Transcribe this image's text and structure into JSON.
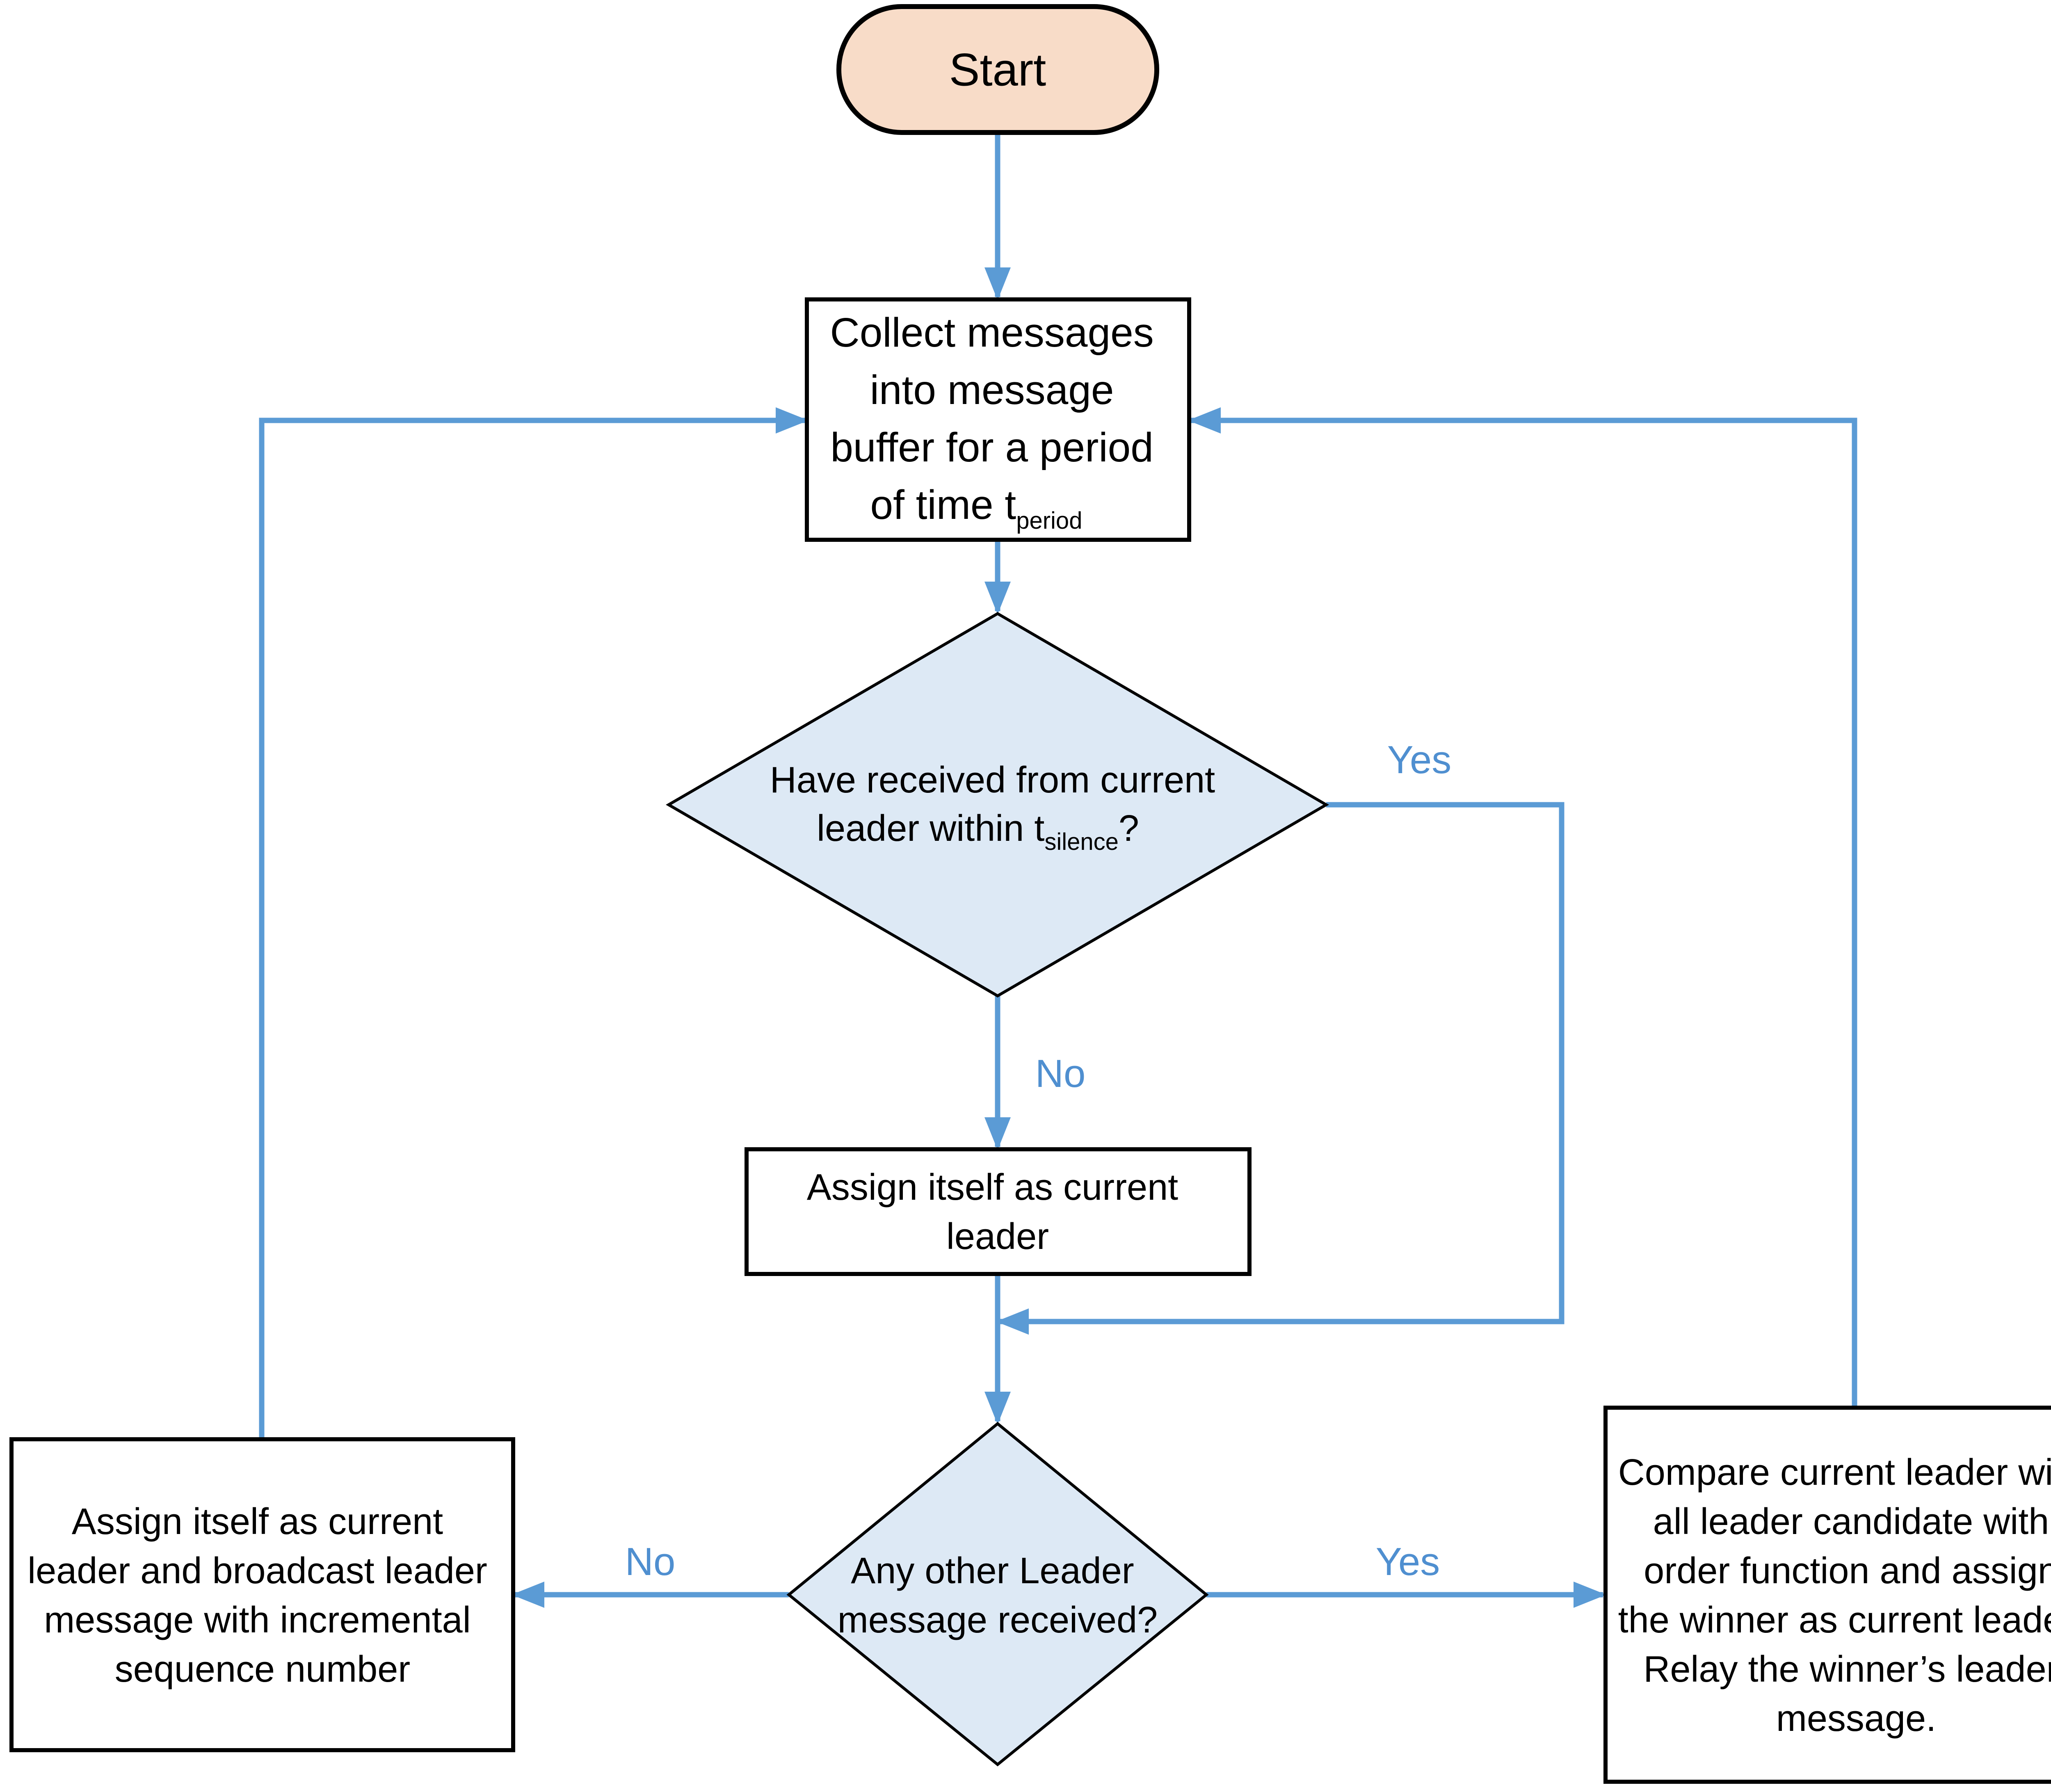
{
  "colors": {
    "edge": "#5b9bd5",
    "edge_label": "#4f8fd0",
    "terminal_fill": "#f8dcc8",
    "decision_fill": "#dde9f5",
    "process_fill": "#ffffff",
    "stroke": "#000000"
  },
  "nodes": {
    "start": {
      "label": "Start"
    },
    "collect": {
      "lines": [
        "Collect messages",
        "into message",
        "buffer for a period",
        "of time t"
      ],
      "subscript": "period"
    },
    "decision_leader": {
      "lines": [
        "Have received from current",
        "leader within t"
      ],
      "subscript": "silence",
      "suffix": "?"
    },
    "assign_self": {
      "lines": [
        "Assign itself as current",
        "leader"
      ]
    },
    "decision_other": {
      "lines": [
        "Any other Leader",
        "message received?"
      ]
    },
    "assign_broadcast": {
      "lines": [
        "Assign itself as current",
        "leader and broadcast leader",
        "message with incremental",
        "sequence number"
      ]
    },
    "compare": {
      "lines": [
        "Compare current leader with",
        "all leader candidate with",
        "order function and assign",
        "the winner as current leader.",
        "Relay the winner’s leader",
        "message."
      ]
    }
  },
  "edges": {
    "yes_top": "Yes",
    "no_top": "No",
    "no_bottom": "No",
    "yes_bottom": "Yes"
  }
}
